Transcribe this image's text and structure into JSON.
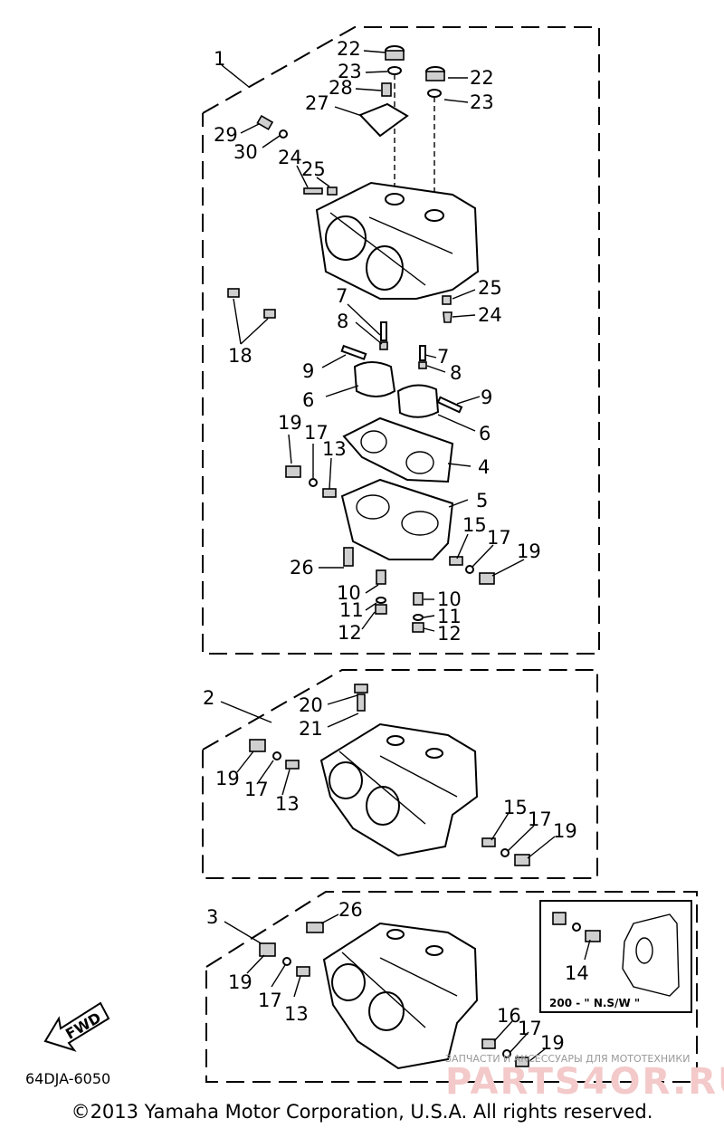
{
  "group_labels": {
    "g1": "1",
    "g2": "2",
    "g3": "3"
  },
  "part_labels": {
    "p22a": "22",
    "p23a": "23",
    "p22b": "22",
    "p23b": "23",
    "p28": "28",
    "p27": "27",
    "p29": "29",
    "p30": "30",
    "p24a": "24",
    "p25a": "25",
    "p25b": "25",
    "p24b": "24",
    "p18": "18",
    "p7a": "7",
    "p8a": "8",
    "p7b": "7",
    "p8b": "8",
    "p9a": "9",
    "p9b": "9",
    "p6a": "6",
    "p6b": "6",
    "p19a": "19",
    "p17a": "17",
    "p13a": "13",
    "p4": "4",
    "p5": "5",
    "p15a": "15",
    "p17b": "17",
    "p19b": "19",
    "p26a": "26",
    "p10a": "10",
    "p11a": "11",
    "p12a": "12",
    "p10b": "10",
    "p11b": "11",
    "p12b": "12",
    "p20": "20",
    "p21": "21",
    "p19c": "19",
    "p17c": "17",
    "p13b": "13",
    "p15b": "15",
    "p17d": "17",
    "p19d": "19",
    "p26b": "26",
    "p19e": "19",
    "p17e": "17",
    "p13c": "13",
    "p16": "16",
    "p17f": "17",
    "p19f": "19",
    "p14": "14"
  },
  "inset_label": "200 - \" N.S/W \"",
  "fwd_label": "FWD",
  "diagram_code": "64DJA-6050",
  "watermark_small": "ЗАПЧАСТИ И АКСЕССУАРЫ ДЛЯ МОТОТЕХНИКИ",
  "watermark_large": "PARTS4OR.RU",
  "copyright": "©2013 Yamaha Motor Corporation, U.S.A. All rights reserved."
}
